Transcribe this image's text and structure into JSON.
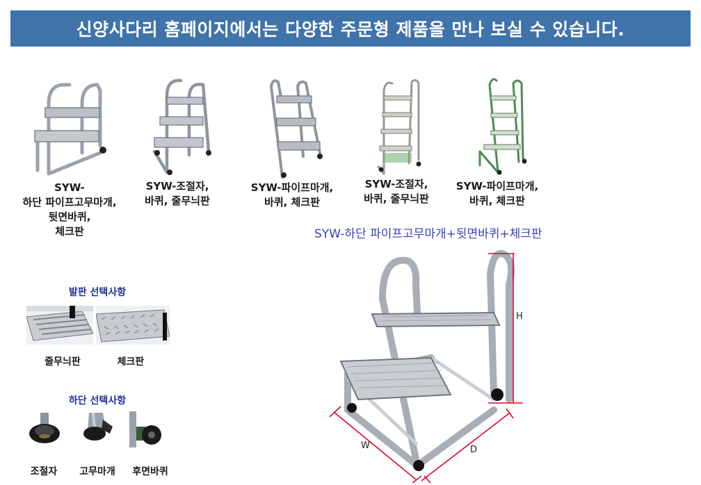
{
  "banner": {
    "text": "신양사다리 홈페이지에서는 다양한 주문형 제품을 만나 보실 수 있습니다."
  },
  "products": [
    {
      "line1": "SYW-",
      "line2": "하단 파이프고무마개,",
      "line3": "뒷면바퀴,",
      "line4": "체크판"
    },
    {
      "line1": "SYW-조절자,",
      "line2": "바퀴, 줄무늬판"
    },
    {
      "line1": "SYW-파이프마개,",
      "line2": "바퀴, 체크판"
    },
    {
      "line1": "SYW-조절자,",
      "line2": "바퀴, 줄무늬판"
    },
    {
      "line1": "SYW-파이프마개,",
      "line2": "바퀴, 체크판"
    }
  ],
  "main_product": {
    "title": "SYW-하단 파이프고무마개+뒷면바퀴+체크판"
  },
  "dimensions": {
    "h": "H",
    "w": "W",
    "d": "D"
  },
  "step_options": {
    "title": "발판 선택사항",
    "items": [
      {
        "label": "줄무늬판"
      },
      {
        "label": "체크판"
      }
    ]
  },
  "bottom_options": {
    "title": "하단 선택사항",
    "items": [
      {
        "label": "조절자"
      },
      {
        "label": "고무마개"
      },
      {
        "label": "후면바퀴"
      }
    ]
  },
  "colors": {
    "banner_bg": "#3f73aa",
    "accent_blue": "#3a3fb8",
    "dimension_line": "#e0002a",
    "frame_green": "#4e8a4e"
  }
}
